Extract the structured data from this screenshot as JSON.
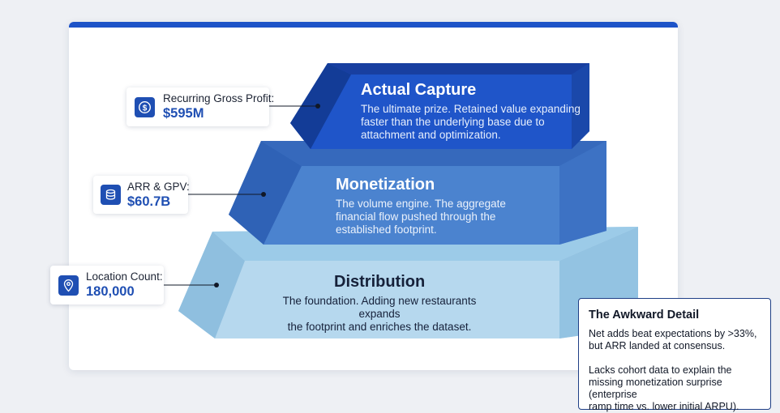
{
  "tiers": [
    {
      "title": "Actual Capture",
      "description": [
        "The ultimate prize. Retained value expanding",
        "faster than the underlying base due to",
        "attachment and optimization."
      ],
      "metric_label": "Recurring Gross Profit:",
      "metric_value": "$595M",
      "icon": "dollar-icon"
    },
    {
      "title": "Monetization",
      "description": [
        "The volume engine. The aggregate",
        "financial flow pushed through the",
        "established footprint."
      ],
      "metric_label": "ARR & GPV:",
      "metric_value": "$60.7B",
      "icon": "stack-icon"
    },
    {
      "title": "Distribution",
      "description": [
        "The foundation. Adding new restaurants expands",
        "the footprint and enriches the dataset."
      ],
      "metric_label": "Location Count:",
      "metric_value": "180,000",
      "icon": "location-pin-icon"
    }
  ],
  "callout": {
    "title": "The Awkward Detail",
    "paragraphs": [
      [
        "Net adds beat expectations by >33%,",
        "but ARR landed at consensus."
      ],
      [
        "Lacks cohort data to explain the",
        "missing monetization surprise (enterprise",
        "ramp time vs. lower initial ARPU)."
      ]
    ]
  },
  "colors": {
    "accent": "#1d53c8",
    "tier_top": "#1f55c9",
    "tier_middle": "#4a80cc",
    "tier_bottom": "#b3d6ec",
    "label_value": "#1f4fb3"
  }
}
